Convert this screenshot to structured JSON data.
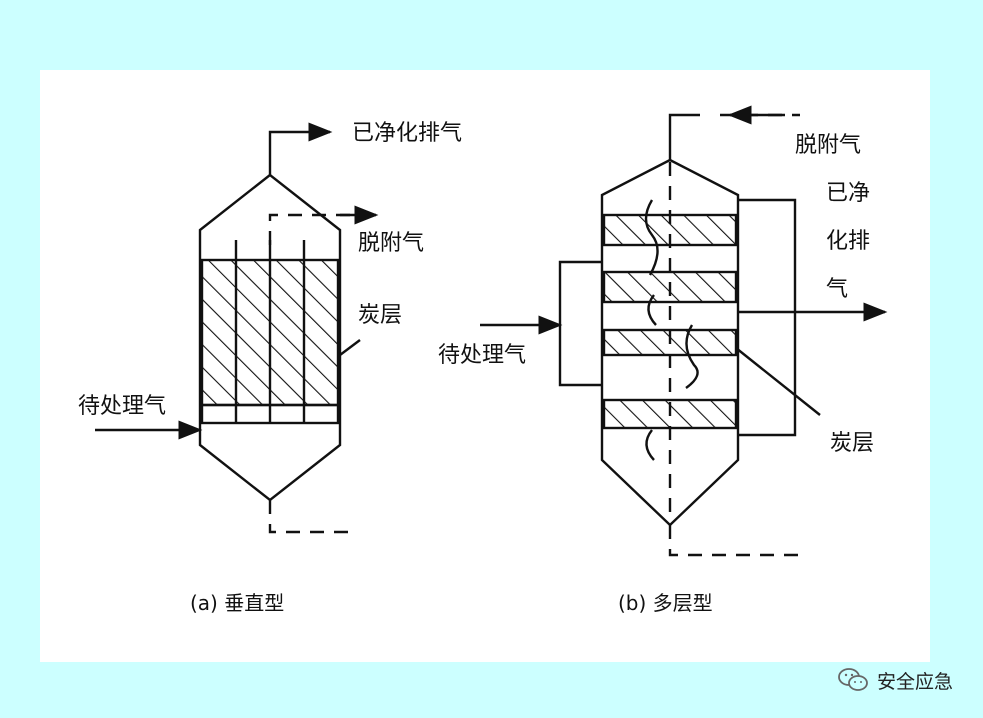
{
  "diagram_a": {
    "label_outlet": "已净化排气",
    "label_desorb": "脱附气",
    "label_carbon": "炭层",
    "label_inlet": "待处理气",
    "caption": "(a) 垂直型"
  },
  "diagram_b": {
    "label_desorb": "脱附气",
    "label_outlet_lines": [
      "已净",
      "化排",
      "气"
    ],
    "label_inlet": "待处理气",
    "label_carbon": "炭层",
    "caption": "(b) 多层型"
  },
  "watermark": {
    "text": "安全应急"
  },
  "colors": {
    "background": "#ccffff",
    "panel": "#ffffff",
    "ink": "#111111"
  }
}
